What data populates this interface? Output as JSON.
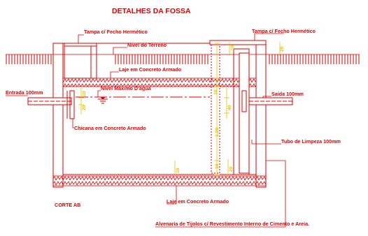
{
  "title": "DETALHES DA FOSSA",
  "labels": {
    "tampa_left": "Tampa c/ Fecho Hermético",
    "tampa_right": "Tampa c/ Fecho Hermético",
    "nivel_terreno": "Nível do Terreno",
    "laje_top": "Laje em Concreto Armado",
    "nivel_agua": "Nível Máximo D'agua",
    "entrada": "Entrada 100mm",
    "saida": "Saída 100mm",
    "chicana": "Chicana em Concreto Armado",
    "tubo_limpeza": "Tubo de Limpeza 100mm",
    "corte": "CORTE AB",
    "laje_bottom": "Laje em Concreto Armado",
    "alvenaria": "Alvenaria de Tijolos c/ Revestimento Interno de Cimento e Areia."
  },
  "dimensions": {
    "d10_top_right": "10",
    "d20_right_slab": "20",
    "d10_left_pipe": "10",
    "d20_left_pipe": "20",
    "d10_mid": "10",
    "d40_mid": "40",
    "d1_20": "1.20",
    "d10_bottom": "10",
    "d20_bottom": "20",
    "d10_floor": "10"
  },
  "colors": {
    "line": "#e00000",
    "dimension": "#e6c200",
    "hatch": "#d40000",
    "background": "#ffffff"
  }
}
